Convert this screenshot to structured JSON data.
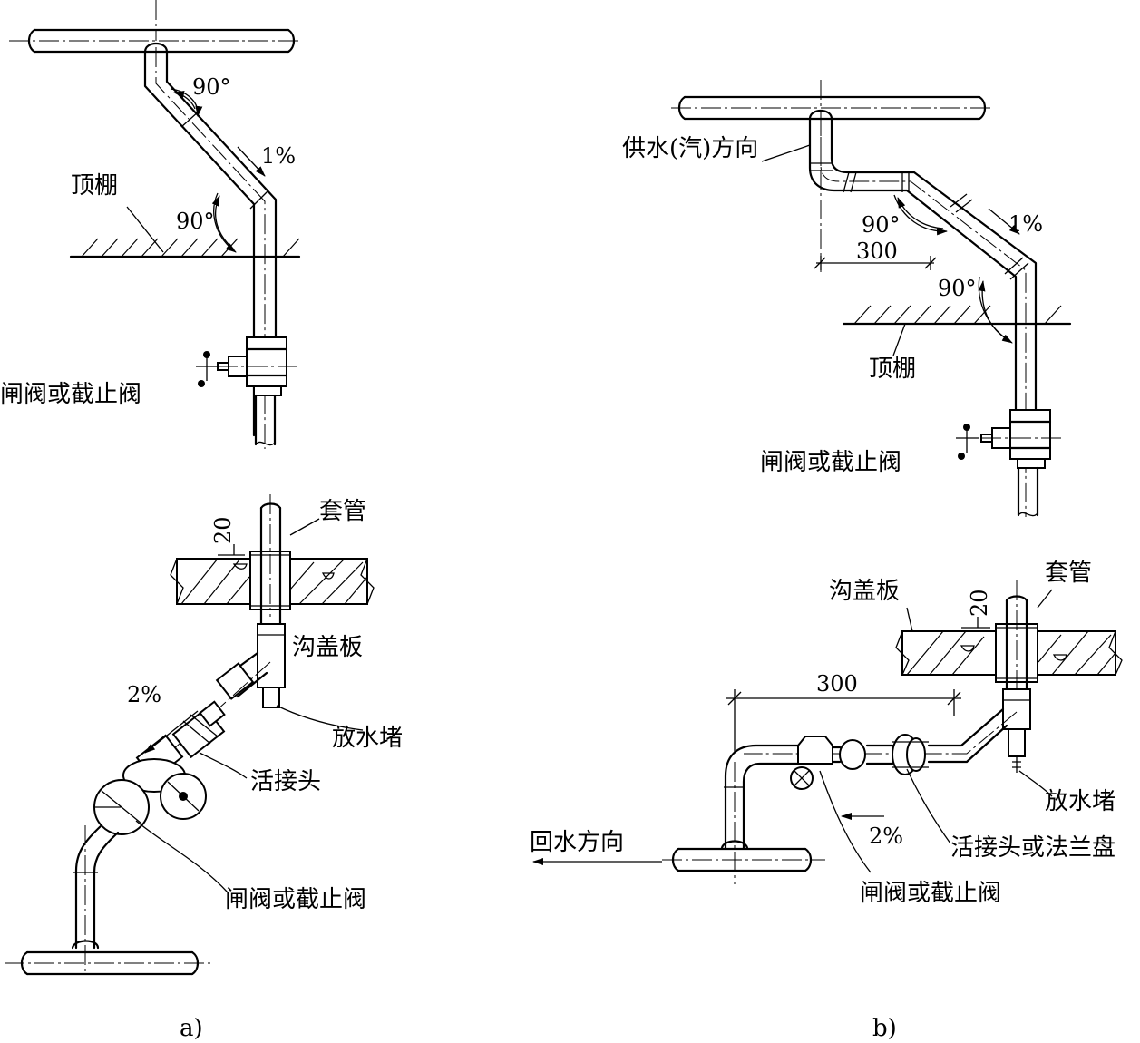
{
  "panel_a": {
    "caption": "a)",
    "angle_top": "90°",
    "angle_bottom": "90°",
    "slope_top": "1%",
    "ceiling": "顶棚",
    "valve_top": "闸阀或截止阀",
    "sleeve": "套管",
    "dim_20": "20",
    "trench_cover": "沟盖板",
    "slope_bottom": "2%",
    "drain_plug": "放水堵",
    "union": "活接头",
    "valve_bottom": "闸阀或截止阀"
  },
  "panel_b": {
    "caption": "b)",
    "supply_direction": "供水(汽)方向",
    "angle_top": "90°",
    "dim_300_top": "300",
    "slope_top": "1%",
    "angle_bottom": "90°",
    "ceiling": "顶棚",
    "valve_top": "闸阀或截止阀",
    "trench_cover": "沟盖板",
    "dim_20": "20",
    "sleeve": "套管",
    "dim_300_bottom": "300",
    "drain_plug": "放水堵",
    "union_or_flange": "活接头或法兰盘",
    "slope_bottom": "2%",
    "return_direction": "回水方向",
    "valve_bottom": "闸阀或截止阀"
  }
}
